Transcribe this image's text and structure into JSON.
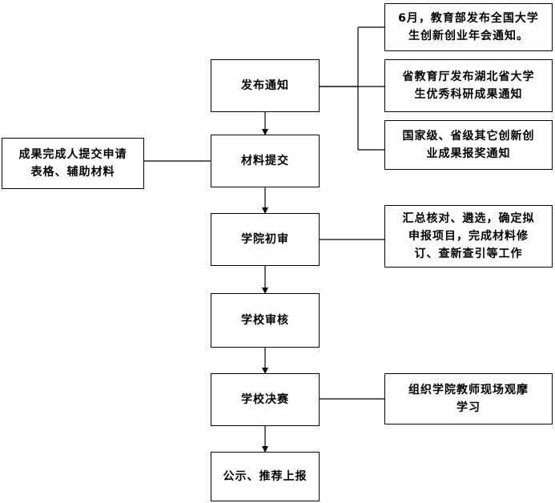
{
  "flow": {
    "steps": [
      "发布通知",
      "材料提交",
      "学院初审",
      "学校审核",
      "学校决赛",
      "公示、推荐上报"
    ]
  },
  "notices": [
    [
      "6月，教育部发布全国大学",
      "生创新创业年会通知。"
    ],
    [
      "省教育厅发布湖北省大学",
      "生优秀科研成果通知"
    ],
    [
      "国家级、省级其它创新创",
      "业成果报奖通知"
    ]
  ],
  "submission_note": [
    "成果完成人提交申请",
    "表格、辅助材料"
  ],
  "review_note": [
    "汇总核对、遴选，确定拟",
    "申报项目，完成材料修",
    "订、查新查引等工作"
  ],
  "final_note": [
    "组织学院教师现场观摩",
    "学习"
  ]
}
